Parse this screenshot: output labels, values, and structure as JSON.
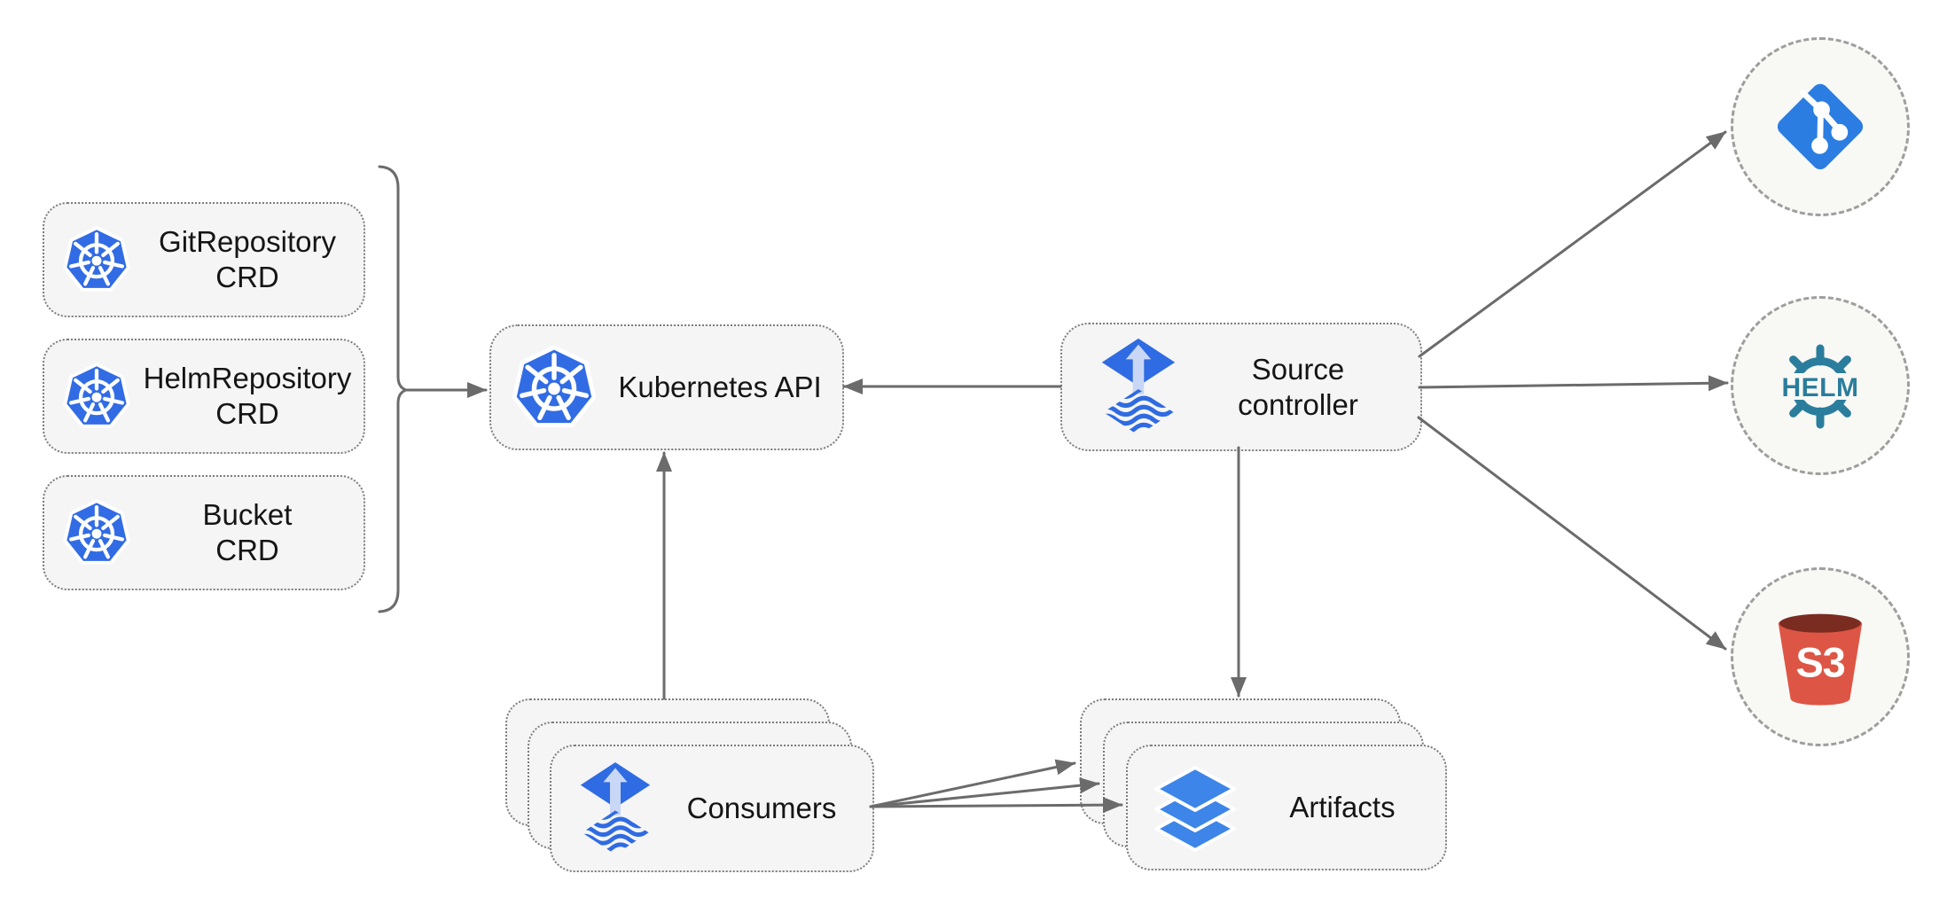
{
  "nodes": {
    "crds": [
      {
        "line1": "GitRepository",
        "line2": "CRD"
      },
      {
        "line1": "HelmRepository",
        "line2": "CRD"
      },
      {
        "line1": "Bucket",
        "line2": "CRD"
      }
    ],
    "kubernetes_api": {
      "label": "Kubernetes API"
    },
    "source_controller": {
      "line1": "Source",
      "line2": "controller"
    },
    "consumers": {
      "label": "Consumers"
    },
    "artifacts": {
      "label": "Artifacts"
    }
  },
  "external_sources": {
    "git": {
      "icon": "git-branch-icon"
    },
    "helm": {
      "icon": "helm-wheel-icon",
      "label": "HELM"
    },
    "s3": {
      "icon": "s3-bucket-icon",
      "label": "S3"
    }
  },
  "icons": {
    "kubernetes": "kubernetes-wheel-icon",
    "flux": "flux-source-icon",
    "artifacts": "layers-icon"
  },
  "colors": {
    "kubernetes_blue": "#326CE5",
    "flux_blue": "#2F6BE2",
    "flux_arrow_light": "#C9D7F6",
    "artifact_blue": "#3D85E8",
    "helm_teal": "#2A7D9C",
    "git_blue": "#2B7DE1",
    "s3_red": "#DD5544",
    "s3_dark_red": "#7B2C21",
    "node_fill": "#F5F5F5",
    "node_border": "#7D7D7D",
    "circle_fill": "#F8F8F5",
    "circle_border": "#9E9E9E",
    "arrow_gray": "#6B6B6B",
    "text_color": "#151515"
  }
}
